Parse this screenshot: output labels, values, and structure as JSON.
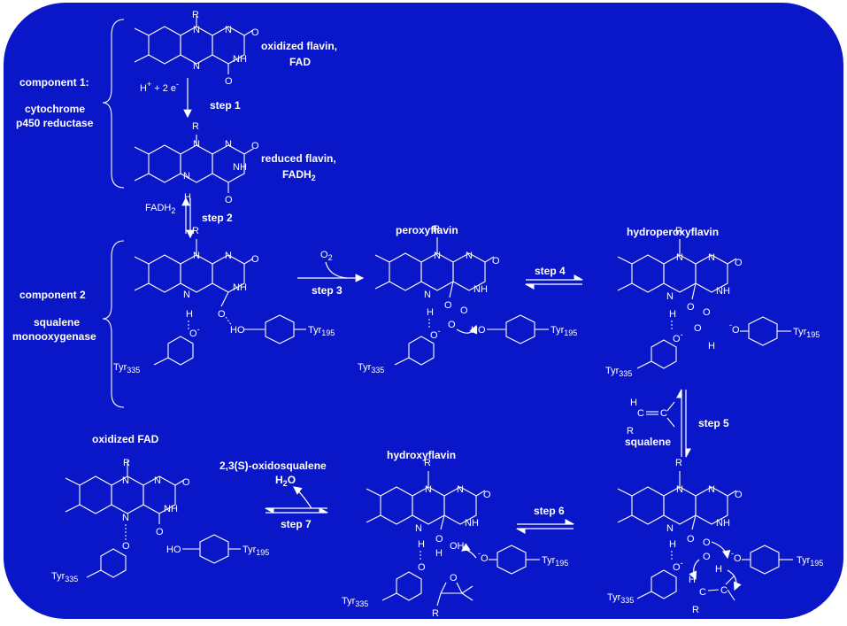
{
  "colors": {
    "background": "#0a17c8",
    "foreground": "#ffffff"
  },
  "labels": {
    "oxidized_flavin": "oxidized flavin,",
    "fad": "FAD",
    "reduced_flavin": "reduced flavin,",
    "fadh2_main": "FADH",
    "fadh2_sub": "2",
    "component1": "component 1:",
    "cytochrome": "cytochrome",
    "p450": "p450 reductase",
    "component2": "component 2",
    "squalene1": "squalene",
    "monooxygenase": "monooxygenase",
    "h_plus": "H",
    "plus": "+",
    "two_e": " + 2 e",
    "minus": "-",
    "fadh2_side": "FADH",
    "peroxyflavin": "peroxyflavin",
    "hydroperoxyflavin": "hydroperoxyflavin",
    "hydroxyflavin": "hydroxyflavin",
    "oxidized_fad": "oxidized FAD",
    "oxidosqualene": "2,3(S)-oxidosqualene",
    "h2o": "H",
    "h2o_sub": "2",
    "h2o_o": "O",
    "o2": "O",
    "o2_sub": "2",
    "squalene": "squalene",
    "tyr": "Tyr",
    "tyr335": "335",
    "tyr195": "195"
  },
  "steps": [
    "step 1",
    "step 2",
    "step 3",
    "step 4",
    "step 5",
    "step 6",
    "step 7"
  ],
  "atoms": {
    "R": "R",
    "N": "N",
    "NH": "NH",
    "O": "O",
    "H": "H",
    "HO": "HO",
    "OH": "OH",
    "C": "C"
  }
}
